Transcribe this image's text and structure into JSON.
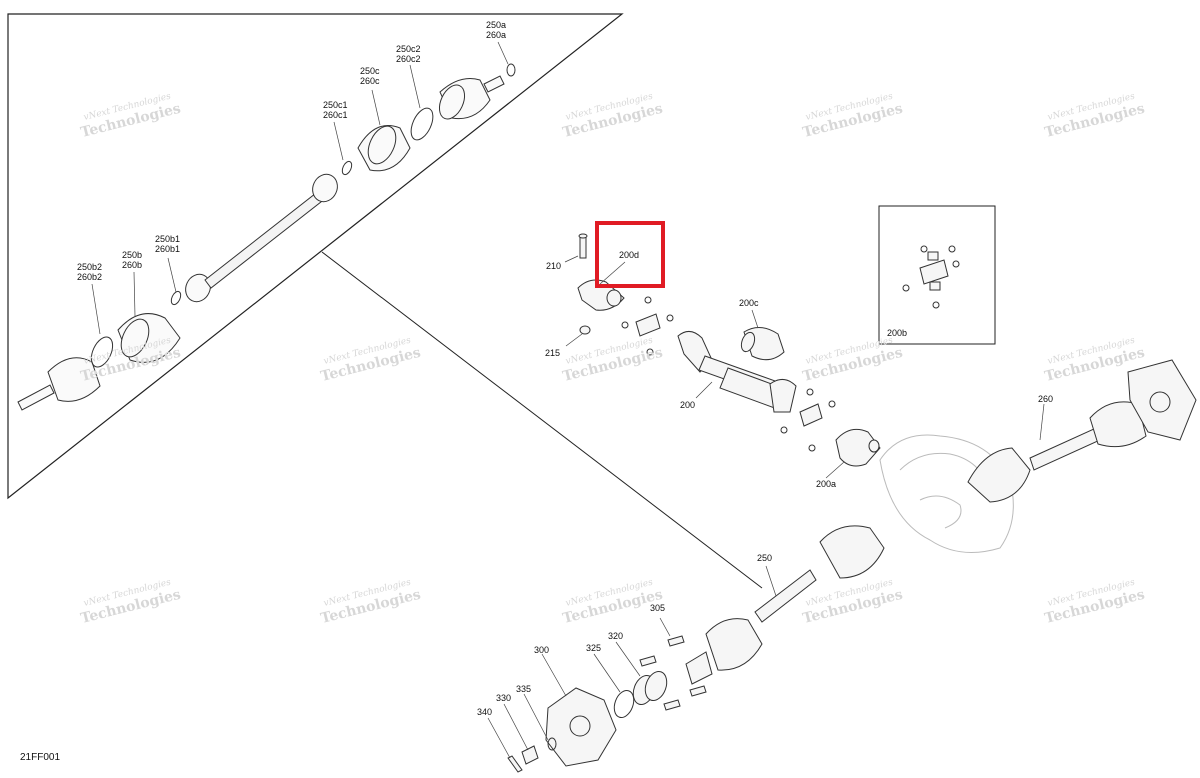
{
  "diagram_code": "21FF001",
  "highlight_color": "#e01b24",
  "watermark": {
    "line1": "vNext Technologies",
    "line2": "Technologies"
  },
  "callouts": {
    "c250a": "250a\n260a",
    "c250c2": "250c2\n260c2",
    "c250c": "250c\n260c",
    "c250c1": "250c1\n260c1",
    "c250b1": "250b1\n260b1",
    "c250b": "250b\n260b",
    "c250b2": "250b2\n260b2",
    "c210": "210",
    "c200d": "200d",
    "c215": "215",
    "c200c": "200c",
    "c200": "200",
    "c200a": "200a",
    "c200b": "200b",
    "c260": "260",
    "c250": "250",
    "c305": "305",
    "c320": "320",
    "c325": "325",
    "c300": "300",
    "c335": "335",
    "c330": "330",
    "c340": "340"
  }
}
